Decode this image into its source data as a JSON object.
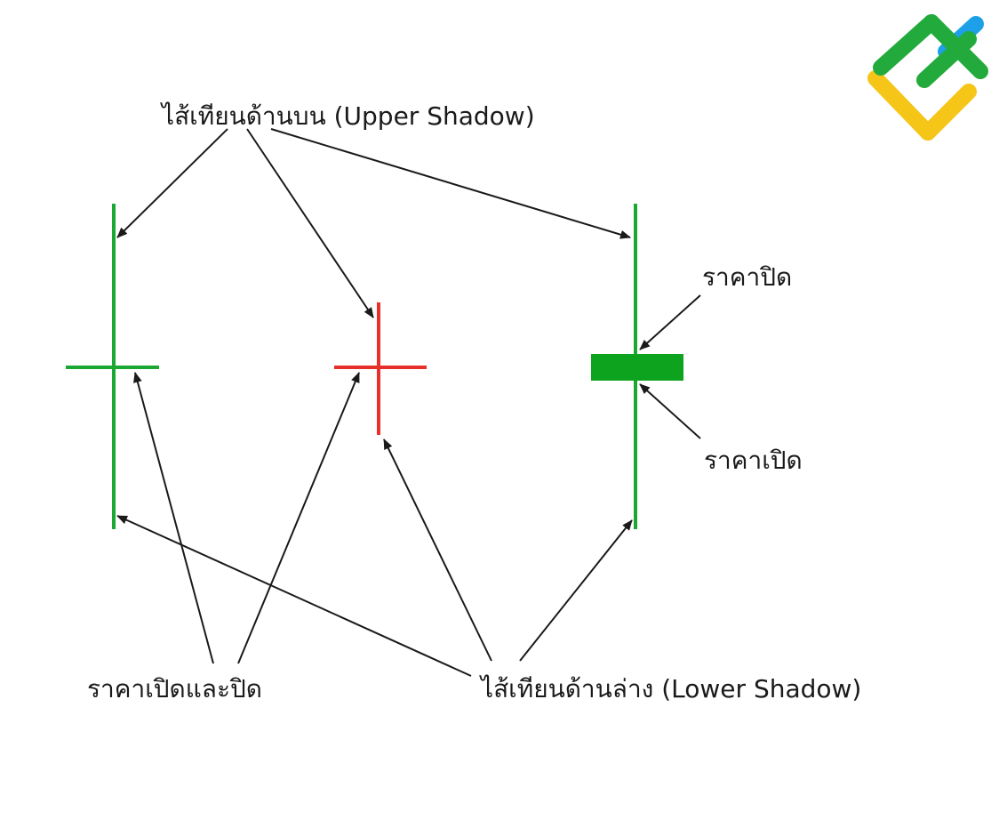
{
  "labels": {
    "upper_shadow": "ไส้เทียนด้านบน (Upper Shadow)",
    "close_price": "ราคาปิด",
    "open_price": "ราคาเปิด",
    "open_and_close": "ราคาเปิดและปิด",
    "lower_shadow": "ไส้เทียนด้านล่าง (Lower Shadow)"
  },
  "colors": {
    "green": "#1aa832",
    "red": "#e8302a",
    "body_green": "#0ea31f",
    "arrow": "#1a1a1a",
    "logo_green": "#22aa3c",
    "logo_yellow": "#f5c518",
    "logo_blue": "#1ea0e8"
  },
  "icons": {
    "logo": "brand-logo-icon"
  }
}
